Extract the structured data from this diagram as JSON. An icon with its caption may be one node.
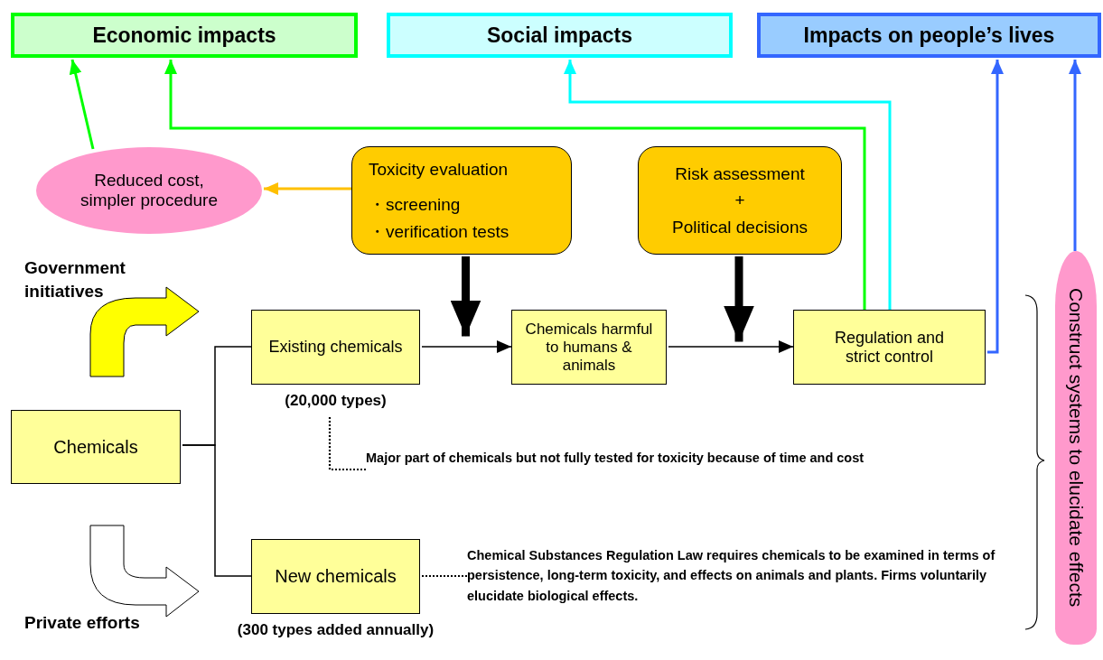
{
  "diagram": {
    "nodes": [
      {
        "text": [
          "Economic impacts"
        ]
      },
      {
        "text": [
          "Social impacts"
        ]
      },
      {
        "text": [
          "Impacts on people’s lives"
        ]
      },
      {
        "text": [
          "Reduced cost, simpler procedure"
        ]
      },
      {
        "text": [
          "Toxicity evaluation",
          "・screening",
          "・verification tests"
        ]
      },
      {
        "text": [
          "Risk assessment",
          "+",
          "Political decisions"
        ]
      },
      {
        "text": [
          "Existing chemicals"
        ],
        "beside": [
          "(20,000 types)"
        ]
      },
      {
        "text": [
          "Chemicals harmful to humans & animals"
        ]
      },
      {
        "text": [
          "Regulation and strict control"
        ]
      },
      {
        "text": [
          "Chemicals"
        ]
      },
      {
        "text": [
          "New chemicals"
        ],
        "beside": [
          "(300 types added annually)"
        ]
      },
      {
        "text": [
          "Construct systems to elucidate effects"
        ]
      },
      {
        "text": [
          "Major part of chemicals but not fully tested for toxicity because of time and cost"
        ]
      },
      {
        "text": [
          "Chemical Substances Regulation Law requires chemicals to be examined in terms of persistence, long-term toxicity, and effects on animals and plants. Firms voluntarily elucidate biological effects."
        ]
      }
    ],
    "edges": [
      {
        "from": 3,
        "to": 0,
        "arrow": "to",
        "color": "#00ff00"
      },
      {
        "from": 8,
        "to": 0,
        "arrow": "to",
        "color": "#00ff00"
      },
      {
        "from": 8,
        "to": 1,
        "arrow": "to",
        "color": "#00ffff"
      },
      {
        "from": 8,
        "to": 2,
        "arrow": "to",
        "color": "#3366ff"
      },
      {
        "from": 11,
        "to": 2,
        "arrow": "to",
        "color": "#3366ff"
      },
      {
        "from": 4,
        "to": 3,
        "arrow": "to",
        "color": "#ffc000"
      },
      {
        "from": 9,
        "to": 6,
        "arrow": "none"
      },
      {
        "from": 9,
        "to": 10,
        "arrow": "none"
      },
      {
        "from": 6,
        "to": 7,
        "arrow": "to"
      },
      {
        "from": 7,
        "to": 8,
        "arrow": "to"
      },
      {
        "from": 4,
        "to": 7,
        "arrow": "to",
        "style": "thick"
      },
      {
        "from": 5,
        "to": 8,
        "arrow": "to",
        "style": "thick"
      },
      {
        "from": 12,
        "to": 6,
        "arrow": "none",
        "style": "dashed"
      },
      {
        "from": 13,
        "to": 10,
        "arrow": "none",
        "style": "dashed"
      }
    ],
    "labels": [
      "Government initiatives",
      "Private efforts"
    ]
  }
}
